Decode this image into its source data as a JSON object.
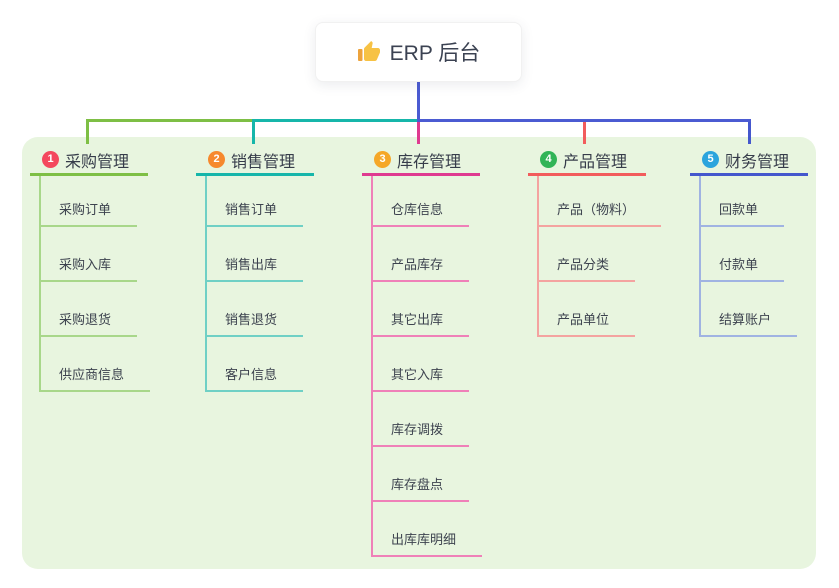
{
  "root": {
    "title": "ERP 后台",
    "icon": "thumbs-up"
  },
  "colors": {
    "panel_bg": "#e8f5df",
    "connector_blue": "#4b5bd2",
    "root_text": "#3b4252"
  },
  "branches": [
    {
      "badge": "1",
      "badge_color": "#f4485e",
      "title": "采购管理",
      "main_color": "#7ebf45",
      "light_color": "#a8d78a",
      "children": [
        "采购订单",
        "采购入库",
        "采购退货",
        "供应商信息"
      ]
    },
    {
      "badge": "2",
      "badge_color": "#f6892d",
      "title": "销售管理",
      "main_color": "#16b6aa",
      "light_color": "#6fd0c5",
      "children": [
        "销售订单",
        "销售出库",
        "销售退货",
        "客户信息"
      ]
    },
    {
      "badge": "3",
      "badge_color": "#f5a728",
      "title": "库存管理",
      "main_color": "#df3a90",
      "light_color": "#ef80b8",
      "children": [
        "仓库信息",
        "产品库存",
        "其它出库",
        "其它入库",
        "库存调拨",
        "库存盘点",
        "出库库明细"
      ]
    },
    {
      "badge": "4",
      "badge_color": "#31b457",
      "title": "产品管理",
      "main_color": "#f25c5c",
      "light_color": "#f4a3a0",
      "children": [
        "产品（物料）",
        "产品分类",
        "产品单位"
      ]
    },
    {
      "badge": "5",
      "badge_color": "#2ba4dd",
      "title": "财务管理",
      "main_color": "#4457cd",
      "light_color": "#a0b3e2",
      "children": [
        "回款单",
        "付款单",
        "结算账户"
      ]
    }
  ]
}
